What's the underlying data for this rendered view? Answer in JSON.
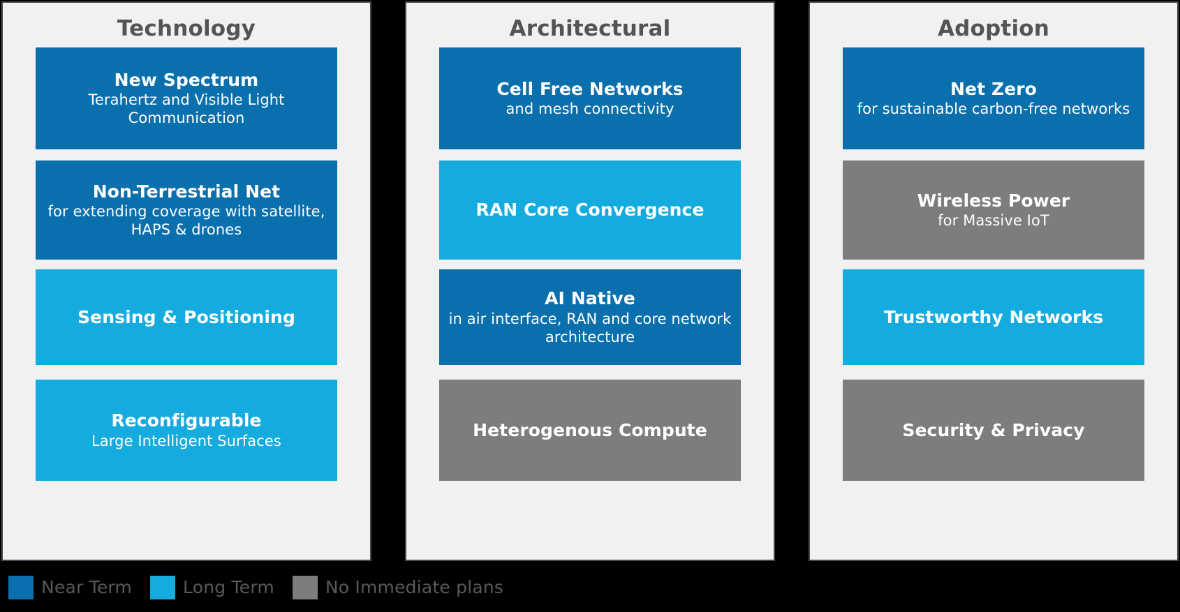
{
  "colors": {
    "near_term": "#0A6FAD",
    "long_term": "#16ABDE",
    "no_immediate_plans": "#7D7D7D",
    "panel_background": "#F1F1F1",
    "panel_border": "#4A4A4A",
    "page_background": "#000000",
    "title_text": "#545454",
    "legend_text": "#595959"
  },
  "columns": [
    {
      "title": "Technology",
      "boxes": [
        {
          "title": "New Spectrum",
          "subtitle": "Terahertz and Visible Light Communication",
          "category": "near_term",
          "height": 146,
          "gap_before": 0
        },
        {
          "title": "Non-Terrestrial Net",
          "subtitle": "for extending coverage with satellite, HAPS & drones",
          "category": "near_term",
          "height": 142,
          "gap_before": 16
        },
        {
          "title": "Sensing & Positioning",
          "subtitle": "",
          "category": "long_term",
          "height": 137,
          "gap_before": 14
        },
        {
          "title": "Reconfigurable",
          "subtitle": "Large Intelligent Surfaces",
          "category": "long_term",
          "height": 145,
          "gap_before": 21
        }
      ]
    },
    {
      "title": "Architectural",
      "boxes": [
        {
          "title": "Cell Free Networks",
          "subtitle": "and mesh connectivity",
          "category": "near_term",
          "height": 146,
          "gap_before": 0
        },
        {
          "title": "RAN Core Convergence",
          "subtitle": "",
          "category": "long_term",
          "height": 142,
          "gap_before": 16
        },
        {
          "title": "AI Native",
          "subtitle": "in air interface, RAN and core network architecture",
          "category": "near_term",
          "height": 137,
          "gap_before": 14
        },
        {
          "title": "Heterogenous Compute",
          "subtitle": "",
          "category": "no_immediate_plans",
          "height": 145,
          "gap_before": 21
        }
      ]
    },
    {
      "title": "Adoption",
      "boxes": [
        {
          "title": "Net Zero",
          "subtitle": "for sustainable carbon-free networks",
          "category": "near_term",
          "height": 146,
          "gap_before": 0
        },
        {
          "title": "Wireless Power",
          "subtitle": "for Massive IoT",
          "category": "no_immediate_plans",
          "height": 142,
          "gap_before": 16
        },
        {
          "title": "Trustworthy Networks",
          "subtitle": "",
          "category": "long_term",
          "height": 137,
          "gap_before": 14
        },
        {
          "title": "Security & Privacy",
          "subtitle": "",
          "category": "no_immediate_plans",
          "height": 145,
          "gap_before": 21
        }
      ]
    }
  ],
  "legend": [
    {
      "label": "Near Term",
      "category": "near_term"
    },
    {
      "label": "Long Term",
      "category": "long_term"
    },
    {
      "label": "No Immediate plans",
      "category": "no_immediate_plans"
    }
  ]
}
